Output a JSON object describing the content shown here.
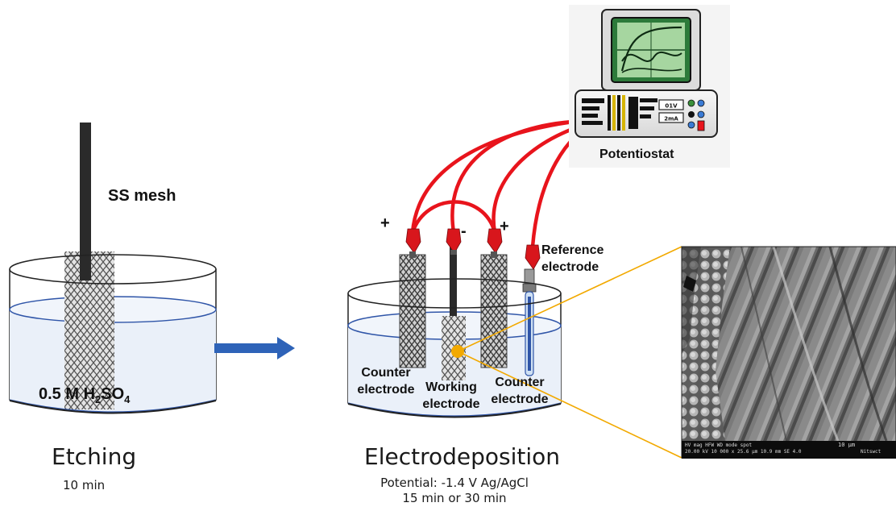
{
  "etching": {
    "mesh_label": "SS mesh",
    "solution_label_prefix": "0.5 M H",
    "solution_sub1": "2",
    "solution_mid": "SO",
    "solution_sub2": "4",
    "title": "Etching",
    "time": "10 min"
  },
  "electrodeposition": {
    "title": "Electrodeposition",
    "potential": "Potential: -1.4 V Ag/AgCl",
    "time": "15 min or 30 min",
    "potentiostat_label": "Potentiostat",
    "potentiostat_display_v": "01V",
    "potentiostat_display_a": "2mA",
    "sign_left": "+",
    "sign_mid": "-",
    "sign_right": "+",
    "reference_label_1": "Reference",
    "reference_label_2": "electrode",
    "counter_left_1": "Counter",
    "counter_left_2": "electrode",
    "working_1": "Working",
    "working_2": "electrode",
    "counter_right_1": "Counter",
    "counter_right_2": "electrode"
  },
  "sem": {
    "info_headers": "HV   mag   HFW   WD   mode  spot",
    "info_values": "20.00 kV  10 000 x  25.6 μm  10.9 mm  SE  4.0",
    "scale": "10 μm",
    "org": "Nitswct"
  },
  "colors": {
    "wire": "#e8141c",
    "arrow": "#2e63b8",
    "liquid_line": "#2f55a8",
    "highlight": "#f2a900",
    "monitor_green": "#2c7a3a"
  }
}
